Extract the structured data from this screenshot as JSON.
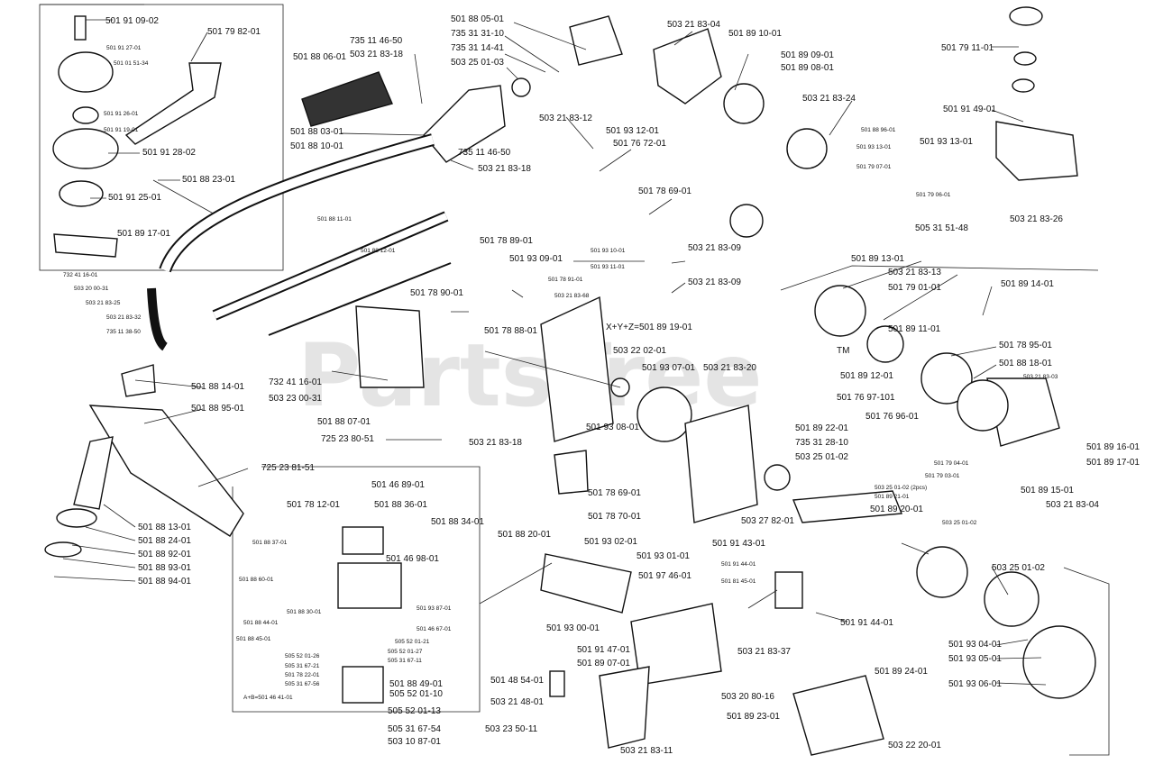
{
  "watermark": {
    "text": "PartsTree",
    "tm": "TM"
  },
  "formula": "X+Y+Z=501 89 19-01",
  "labels": [
    "501 91 09-02",
    "501 91 27-01",
    "501 01 51-34",
    "501 79 82-01",
    "501 91 26-01",
    "501 91 19-01",
    "501 91 28-02",
    "501 88 23-01",
    "501 91 25-01",
    "501 89 17-01",
    "735 11 46-50",
    "503 21 83-18",
    "501 88 06-01",
    "501 88 03-01",
    "501 88 10-01",
    "501 88 11-01",
    "501 88 12-01",
    "735 11 46-50",
    "503 21 83-18",
    "501 88 05-01",
    "735 31 31-10",
    "735 31 14-41",
    "503 25 01-03",
    "503 21 83-04",
    "501 89 10-01",
    "501 89 09-01",
    "501 89 08-01",
    "503 21 83-24",
    "501 79 11-01",
    "501 91 49-01",
    "503 21 83-12",
    "501 93 12-01",
    "501 76 72-01",
    "501 78 69-01",
    "501 88 96-01",
    "501 93 13-01",
    "501 79 07-01",
    "501 93 13-01",
    "501 79 06-01",
    "505 31 51-48",
    "503 21 83-26",
    "501 78 89-01",
    "501 93 09-01",
    "503 21 83-09",
    "503 21 83-09",
    "501 93 10-01",
    "501 93 11-01",
    "501 78 91-01",
    "503 21 83-68",
    "501 78 90-01",
    "501 78 88-01",
    "501 89 13-01",
    "503 21 83-13",
    "501 79 01-01",
    "501 89 14-01",
    "501 89 11-01",
    "501 78 95-01",
    "501 88 18-01",
    "503 21 83-03",
    "501 89 12-01",
    "501 76 97-101",
    "501 76 96-01",
    "732 41 16-01",
    "503 23 00-31",
    "501 88 07-01",
    "725 23 80-51",
    "503 22 02-01",
    "501 93 07-01",
    "503 21 83-20",
    "501 93 08-01",
    "503 21 83-18",
    "501 89 22-01",
    "735 31 28-10",
    "503 25 01-02",
    "501 89 16-01",
    "501 89 17-01",
    "501 89 15-01",
    "503 21 83-04",
    "501 79 04-01",
    "501 79 03-01",
    "503 25 01-02 (2pcs)",
    "501 89 21-01",
    "501 78 69-01",
    "501 78 70-01",
    "503 27 82-01",
    "501 89 20-01",
    "503 25 01-02",
    "732 41 16-01",
    "503 20 00-31",
    "503 21 83-25",
    "503 21 83-32",
    "735 11 38-50",
    "501 88 14-01",
    "501 88 95-01",
    "725 23 81-51",
    "501 88 13-01",
    "501 88 24-01",
    "501 88 92-01",
    "501 88 93-01",
    "501 88 94-01",
    "501 46 89-01",
    "501 78 12-01",
    "501 88 36-01",
    "501 88 34-01",
    "501 88 37-01",
    "501 46 98-01",
    "501 88 60-01",
    "501 88 30-01",
    "501 93 87-01",
    "501 88 44-01",
    "501 88 45-01",
    "501 46 67-01",
    "505 52 01-21",
    "505 52 01-27",
    "505 31 67-11",
    "505 52 01-26",
    "505 31 67-21",
    "501 78 22-01",
    "505 31 67-56",
    "A+B=501 46 41-01",
    "501 88 49-01",
    "505 52 01-10",
    "505 52 01-13",
    "505 31 67-54",
    "503 10 87-01",
    "501 88 20-01",
    "501 93 02-01",
    "501 93 01-01",
    "501 97 46-01",
    "501 91 43-01",
    "501 91 44-01",
    "501 81 45-01",
    "501 91 44-01",
    "501 93 00-01",
    "501 91 47-01",
    "501 89 07-01",
    "503 21 83-37",
    "501 48 54-01",
    "503 21 48-01",
    "503 23 50-11",
    "503 21 83-11",
    "503 20 80-16",
    "501 89 23-01",
    "501 89 24-01",
    "503 22 20-01",
    "503 25 01-02",
    "501 93 04-01",
    "501 93 05-01",
    "501 93 06-01"
  ]
}
